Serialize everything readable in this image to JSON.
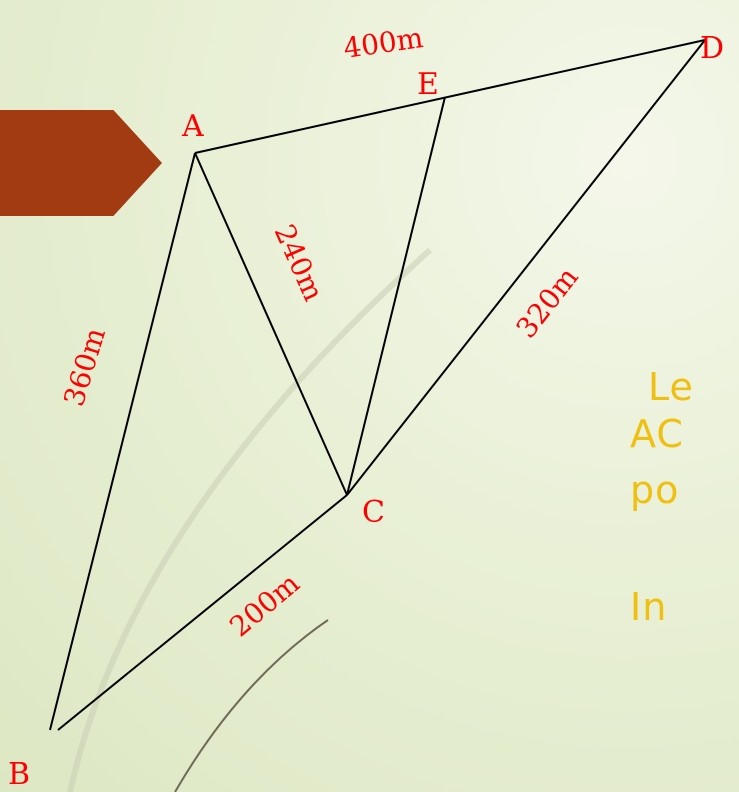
{
  "points": {
    "A": "A",
    "B": "B",
    "C": "C",
    "D": "D",
    "E": "E"
  },
  "lengths": {
    "AE_ED": "400m",
    "AB": "360m",
    "AC": "240m",
    "CD": "320m",
    "BC": "200m"
  },
  "side_text": {
    "line1": "Le",
    "line2": "AC",
    "line3": "po",
    "line4": "In"
  },
  "colors": {
    "label_red": "#ff0000",
    "side_text_yellow": "#f0c010",
    "tab_brown": "#a23a12"
  }
}
